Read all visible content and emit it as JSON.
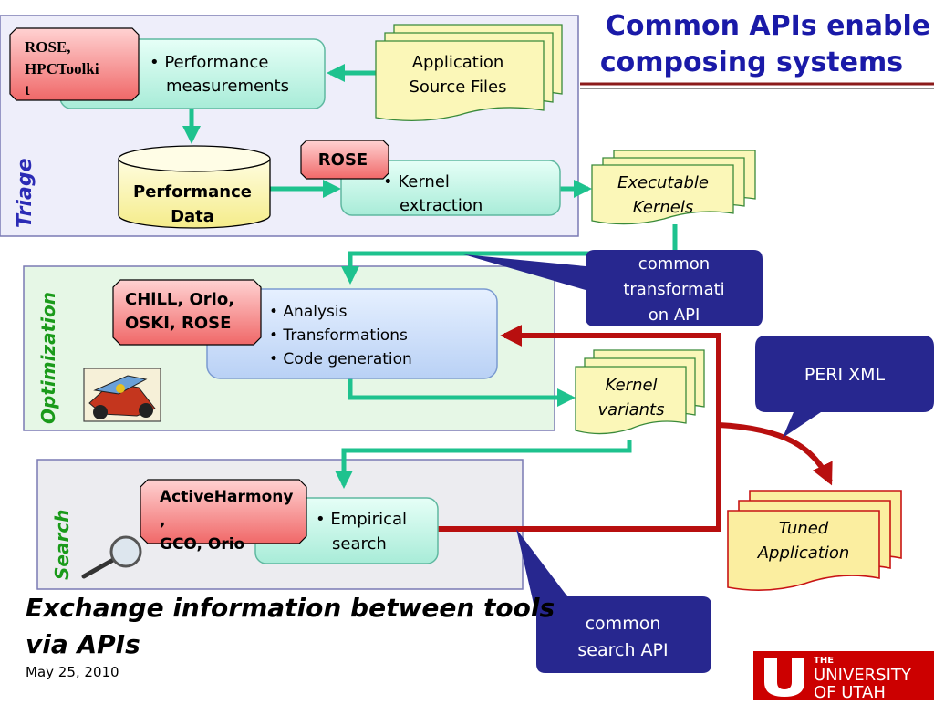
{
  "title": {
    "line1": "Common APIs enable",
    "line2": "composing systems"
  },
  "panels": {
    "triage": {
      "label": "Triage"
    },
    "optimization": {
      "label": "Optimization"
    },
    "search": {
      "label": "Search"
    }
  },
  "boxes": {
    "perf_measure": {
      "line1": "• Performance",
      "line2": "measurements"
    },
    "kernel_extract": {
      "line1": "• Kernel",
      "line2": "extraction"
    },
    "analysis": {
      "item1": "• Analysis",
      "item2": "• Transformations",
      "item3": "• Code generation"
    },
    "empirical": {
      "line1": "• Empirical",
      "line2": "search"
    }
  },
  "tags": {
    "rose_hpc": {
      "line1": "ROSE,",
      "line2": "HPCToolki",
      "line3": "t"
    },
    "rose": {
      "line1": "ROSE"
    },
    "chill": {
      "line1": "CHiLL, Orio,",
      "line2": "OSKI, ROSE"
    },
    "activeharmony": {
      "line1": "ActiveHarmony",
      "line2": ",",
      "line3": "GCO, Orio"
    }
  },
  "docs": {
    "app_source": {
      "line1": "Application",
      "line2": "Source Files"
    },
    "exec_kernels": {
      "line1": "Executable",
      "line2": "Kernels"
    },
    "kernel_variants": {
      "line1": "Kernel",
      "line2": "variants"
    },
    "tuned_app": {
      "line1": "Tuned",
      "line2": "Application"
    }
  },
  "database": {
    "line1": "Performance",
    "line2": "Data"
  },
  "callouts": {
    "transform_api": {
      "line1": "common",
      "line2": "transformati",
      "line3": "on API"
    },
    "peri_xml": {
      "line1": "PERI XML"
    },
    "search_api": {
      "line1": "common",
      "line2": "search API"
    }
  },
  "footer": {
    "line1": "Exchange information between tools",
    "line2": "via APIs",
    "date": "May 25, 2010"
  },
  "logo": {
    "line1": "THE",
    "line2": "UNIVERSITY",
    "line3": "OF UTAH"
  },
  "colors": {
    "title_blue": "#1a1aa8",
    "triage_fill": "#eeeefa",
    "optim_fill": "#e6f7e6",
    "search_fill": "#ececf0",
    "process_fill": "#c2f5e6",
    "analysis_fill": "#c8dcf8",
    "tag_red": "#f57a7a",
    "doc_yellow": "#fbf7b8",
    "doc_tuned": "#fbeea0",
    "callout_navy": "#27278f",
    "green_arrow": "#1ec28e",
    "red_arrow": "#b80f0f",
    "utah_red": "#cc0000"
  }
}
